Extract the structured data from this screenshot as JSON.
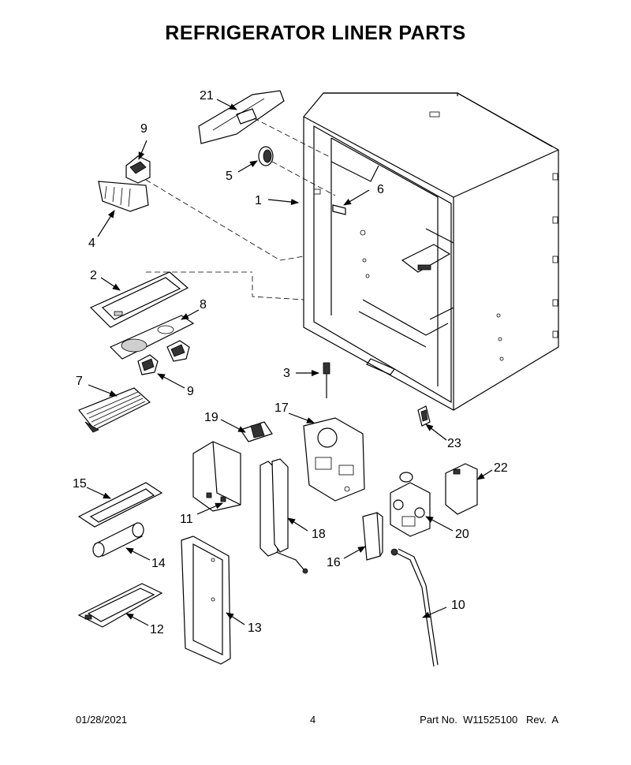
{
  "title": "REFRIGERATOR LINER PARTS",
  "callouts": {
    "c1": "1",
    "c2": "2",
    "c3": "3",
    "c4": "4",
    "c5": "5",
    "c6": "6",
    "c7": "7",
    "c8": "8",
    "c9a": "9",
    "c9b": "9",
    "c10": "10",
    "c11": "11",
    "c12": "12",
    "c13": "13",
    "c14": "14",
    "c15": "15",
    "c16": "16",
    "c17": "17",
    "c18": "18",
    "c19": "19",
    "c20": "20",
    "c21": "21",
    "c22": "22",
    "c23": "23"
  },
  "footer": {
    "date": "01/28/2021",
    "page": "4",
    "part_no": "Part No.  W11525100   Rev.  A"
  }
}
